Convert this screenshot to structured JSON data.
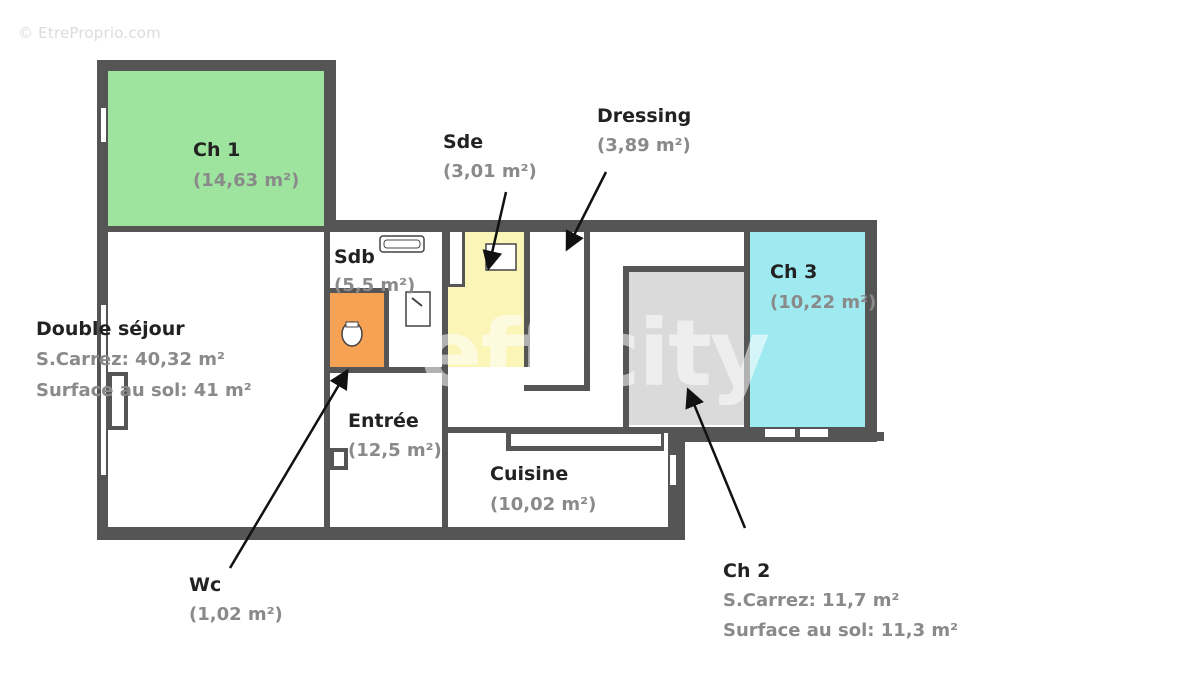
{
  "watermark": "© EtreProprio.com",
  "brand_watermark": "efficity",
  "colors": {
    "wall": "#555555",
    "ch1": "#9ee49e",
    "ch2": "#dadada",
    "ch3": "#9feaf1",
    "sde": "#fbf6b8",
    "wc": "#f6a254",
    "floor": "#ffffff",
    "label_title": "#222222",
    "label_area": "#8a8a8a"
  },
  "rooms": {
    "ch1": {
      "name": "Ch 1",
      "area": "(14,63 m²)"
    },
    "sdb": {
      "name": "Sdb",
      "area": "(5,5 m²)"
    },
    "sde": {
      "name": "Sde",
      "area": "(3,01 m²)"
    },
    "dressing": {
      "name": "Dressing",
      "area": "(3,89 m²)"
    },
    "ch3": {
      "name": "Ch 3",
      "area": "(10,22 m²)"
    },
    "sejour": {
      "name": "Double séjour",
      "carrez": "S.Carrez: 40,32 m²",
      "sol": "Surface au sol: 41 m²"
    },
    "entree": {
      "name": "Entrée",
      "area": "(12,5 m²)"
    },
    "cuisine": {
      "name": "Cuisine",
      "area": "(10,02 m²)"
    },
    "wc": {
      "name": "Wc",
      "area": "(1,02 m²)"
    },
    "ch2": {
      "name": "Ch 2",
      "carrez": "S.Carrez: 11,7 m²",
      "sol": "Surface au sol: 11,3 m²"
    }
  }
}
